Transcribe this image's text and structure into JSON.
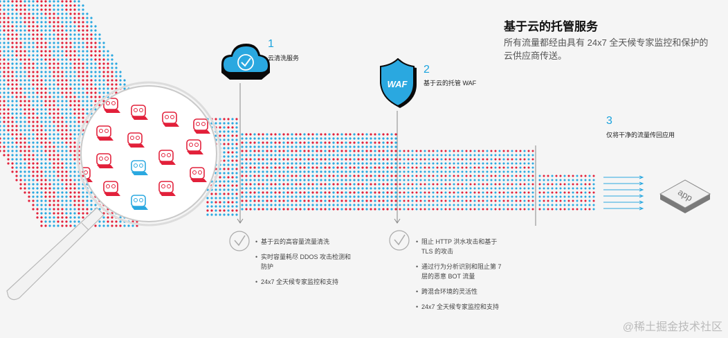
{
  "header": {
    "title": "基于云的托管服务",
    "subtitle": "所有流量都经由具有 24x7 全天候专家监控和保护的云供应商传送。"
  },
  "steps": [
    {
      "num": "1",
      "label": "云清洗服务"
    },
    {
      "num": "2",
      "label": "基于云的托管 WAF"
    },
    {
      "num": "3",
      "label": "仅将干净的流量传回应用"
    }
  ],
  "icons": {
    "cloud": "cloud-check-icon",
    "shield": "waf-shield-icon",
    "shield_text": "WAF",
    "app": "app-server-icon",
    "app_text": "app"
  },
  "features_1": [
    "基于云的高容量流量清洗",
    "实时容量耗尽 DDOS 攻击检测和防护",
    "24x7 全天候专家监控和支持"
  ],
  "features_2": [
    "阻止 HTTP 洪水攻击和基于 TLS 的攻击",
    "通过行为分析识别和阻止第 7 层的恶意 BOT 流量",
    "跨混合环境的灵活性",
    "24x7 全天候专家监控和支持"
  ],
  "watermark": "@稀土掘金技术社区",
  "colors": {
    "red": "#e2203a",
    "blue": "#2aa8e0",
    "bg": "#f5f5f5"
  }
}
